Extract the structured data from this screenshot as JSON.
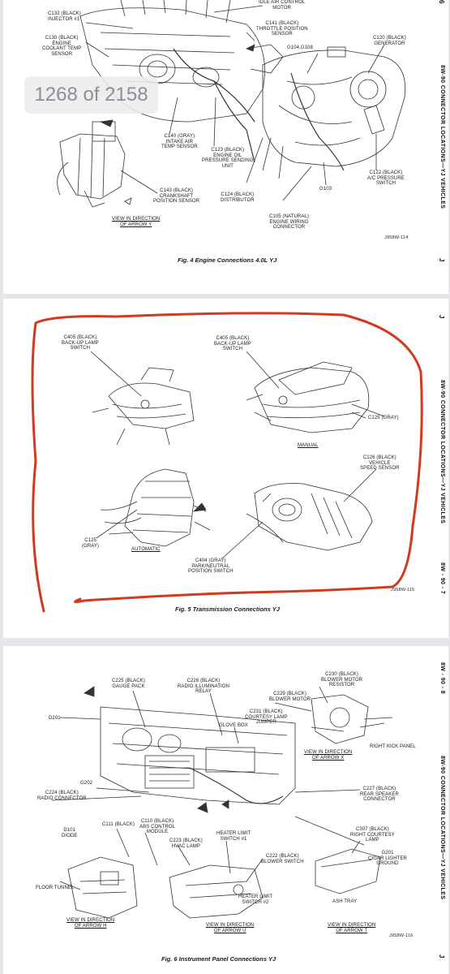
{
  "viewer": {
    "page_counter": "1268 of 2158"
  },
  "page1": {
    "labels": {
      "c132": "C132 (BLACK)\nINJECTOR #1",
      "idle_air": "IDLE AIR CONTROL\nMOTOR",
      "c141": "C141 (BLACK)\nTHROTTLE POSITION\nSENSOR",
      "c130": "C130 (BLACK)\nENGINE\nCOOLANT TEMP\nSENSOR",
      "g104": "G104,G108",
      "c120": "C120 (BLACK)\nGENERATOR",
      "c140": "C140 (GRAY)\nINTAKE AIR\nTEMP SENSOR",
      "c123": "C123 (BLACK)\nENGINE OIL\nPRESSURE SENDING\nUNIT",
      "c122": "C122 (BLACK)\nA/C PRESSURE\nSWITCH",
      "c143": "C143 (BLACK)\nCRANKSHAFT\nPOSITION SENSOR",
      "c124": "C124 (BLACK)\nDISTRIBUTOR",
      "g103": "G103",
      "view_y": "VIEW IN DIRECTION\nOF ARROW Y",
      "c105": "C105 (NATURAL)\nENGINE WIRING\nCONNECTOR"
    },
    "code": "J958W-114",
    "caption": "Fig. 4 Engine Connections 4.0L YJ",
    "side_title": "8W-90 CONNECTOR LOCATIONS—YJ VEHICLES",
    "side_top": "6",
    "side_bottom": "J"
  },
  "page2": {
    "labels": {
      "c405a": "C405 (BLACK)\nBACK-UP LAMP\nSWITCH",
      "c405b": "C405 (BLACK)\nBACK-UP LAMP\nSWITCH",
      "c125a": "C125 (GRAY)",
      "manual": "MANUAL",
      "c126": "C126 (BLACK)\nVEHICLE\nSPEED SENSOR",
      "c125b": "C125\n(GRAY)",
      "automatic": "AUTOMATIC",
      "c404": "C404 (GRAY)\nPARK/NEUTRAL\nPOSITION SWITCH"
    },
    "code": "J958W-115",
    "caption": "Fig. 5 Transmission Connections YJ",
    "side_title": "8W-90 CONNECTOR LOCATIONS—YJ VEHICLES",
    "side_top": "J",
    "side_bottom": "8W - 90 - 7"
  },
  "page3": {
    "labels": {
      "c225": "C225 (BLACK)\nGAUGE PACK",
      "c226": "C226 (BLACK)\nRADIO ILLUMINATION\nRELAY",
      "c230": "C230 (BLACK)\nBLOWER MOTOR\nRESISTOR",
      "c229": "C229 (BLACK)\nBLOWER MOTOR",
      "d201": "D201",
      "c231": "C231 (BLACK)\nCOURTESY LAMP\nJUMPER",
      "glove_box": "GLOVE BOX",
      "right_kick": "RIGHT KICK PANEL",
      "view_x": "VIEW IN DIRECTION\nOF ARROW X",
      "g202": "G202",
      "c224": "C224 (BLACK)\nRADIO CONNECTOR",
      "c227": "C227 (BLACK)\nREAR SPEAKER\nCONNECTOR",
      "c111": "C111 (BLACK)",
      "c110": "C110 (BLACK)\nABS CONTROL\nMODULE",
      "d101": "D101\nDIODE",
      "c223": "C223 (BLACK)\nHVAC LAMP",
      "heater1": "HEATER LIMIT\nSWITCH #1",
      "c307": "C307 (BLACK)\nRIGHT COURTESY\nLAMP",
      "c222": "C222 (BLACK)\nBLOWER SWITCH",
      "g201": "G201\nCIGAR LIGHTER\nGROUND",
      "floor_tunnel": "FLOOR TUNNEL",
      "heater2": "HEATER LIMIT\nSWITCH #2",
      "ash_tray": "ASH TRAY",
      "view_h": "VIEW IN DIRECTION\nOF ARROW H",
      "view_u": "VIEW IN DIRECTION\nOF ARROW U",
      "view_t": "VIEW IN DIRECTION\nOF ARROW T"
    },
    "code": "J958W-116",
    "caption": "Fig. 6 Instrument Panel Connections YJ",
    "side_title": "8W-90 CONNECTOR LOCATIONS—YJ VEHICLES",
    "side_top": "8W - 90 - 8",
    "side_bottom": "J"
  },
  "colors": {
    "annotation_red": "#d23a1f",
    "page_bg": "#ffffff",
    "viewer_bg": "#e6e6ea",
    "ink": "#1a1a1a"
  }
}
